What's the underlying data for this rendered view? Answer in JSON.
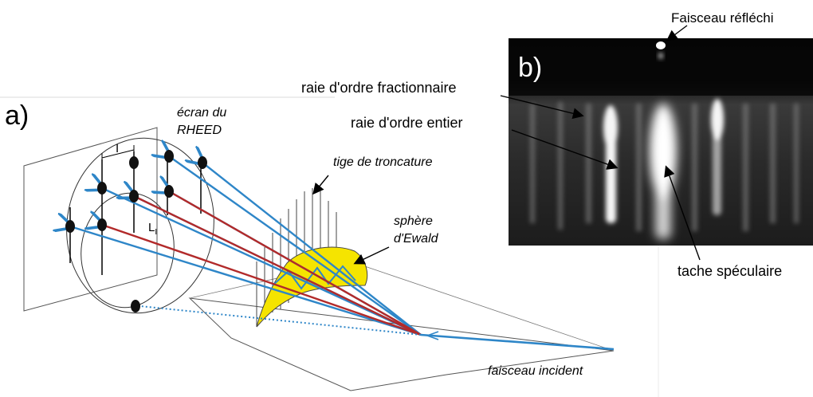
{
  "panel_a": {
    "label": "a)",
    "screen_caption_line1": "écran du",
    "screen_caption_line2": "RHEED",
    "truncation_rod": "tige de troncature",
    "ewald_line1": "sphère",
    "ewald_line2": "d'Ewald",
    "incident_beam": "faisceau incident",
    "spacing_I": "I",
    "spacing_L": "L",
    "spacing_L_sub": "I"
  },
  "panel_b": {
    "label": "b)",
    "reflected_beam": "Faisceau réfléchi",
    "fractional_order": "raie d'ordre fractionnaire",
    "integer_order": "raie d'ordre entier",
    "specular_spot": "tache spéculaire"
  },
  "colors": {
    "blue_ray": "#2e86c8",
    "red_ray": "#b22a2a",
    "ewald_fill": "#f5e400",
    "rheed_bg": "#1a1a1a"
  }
}
